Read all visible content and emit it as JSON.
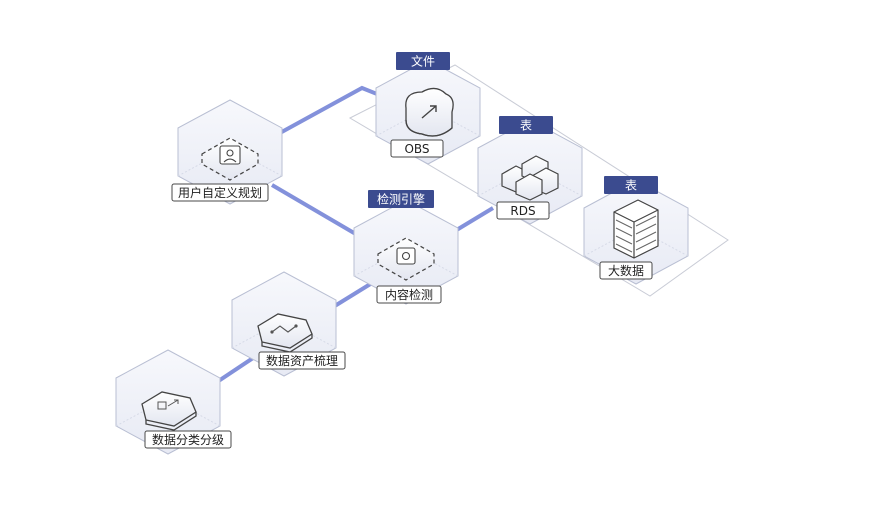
{
  "tags": {
    "file": "文件",
    "table_rds": "表",
    "table_bigdata": "表",
    "engine": "检测引擎"
  },
  "nodes": {
    "obs": "OBS",
    "rds": "RDS",
    "bigdata": "大数据",
    "custom_rules": "用户自定义规划",
    "content_detection": "内容检测",
    "asset_sorting": "数据资产梳理",
    "classification": "数据分类分级"
  },
  "colors": {
    "arrow": "#8391db",
    "tag_bg": "#3b4b8f",
    "label_border": "#4a4a4a",
    "hex_stroke": "#b9bfd3",
    "hex_fill": "#eef0f7",
    "inner_fill": "#dde1ef"
  },
  "icons": {
    "obs": "cloud-upload-icon",
    "rds": "database-cluster-icon",
    "bigdata": "server-rack-icon",
    "custom_rules": "user-rule-icon",
    "content_detection": "scan-chip-icon",
    "asset_sorting": "data-flow-icon",
    "classification": "classify-icon"
  }
}
